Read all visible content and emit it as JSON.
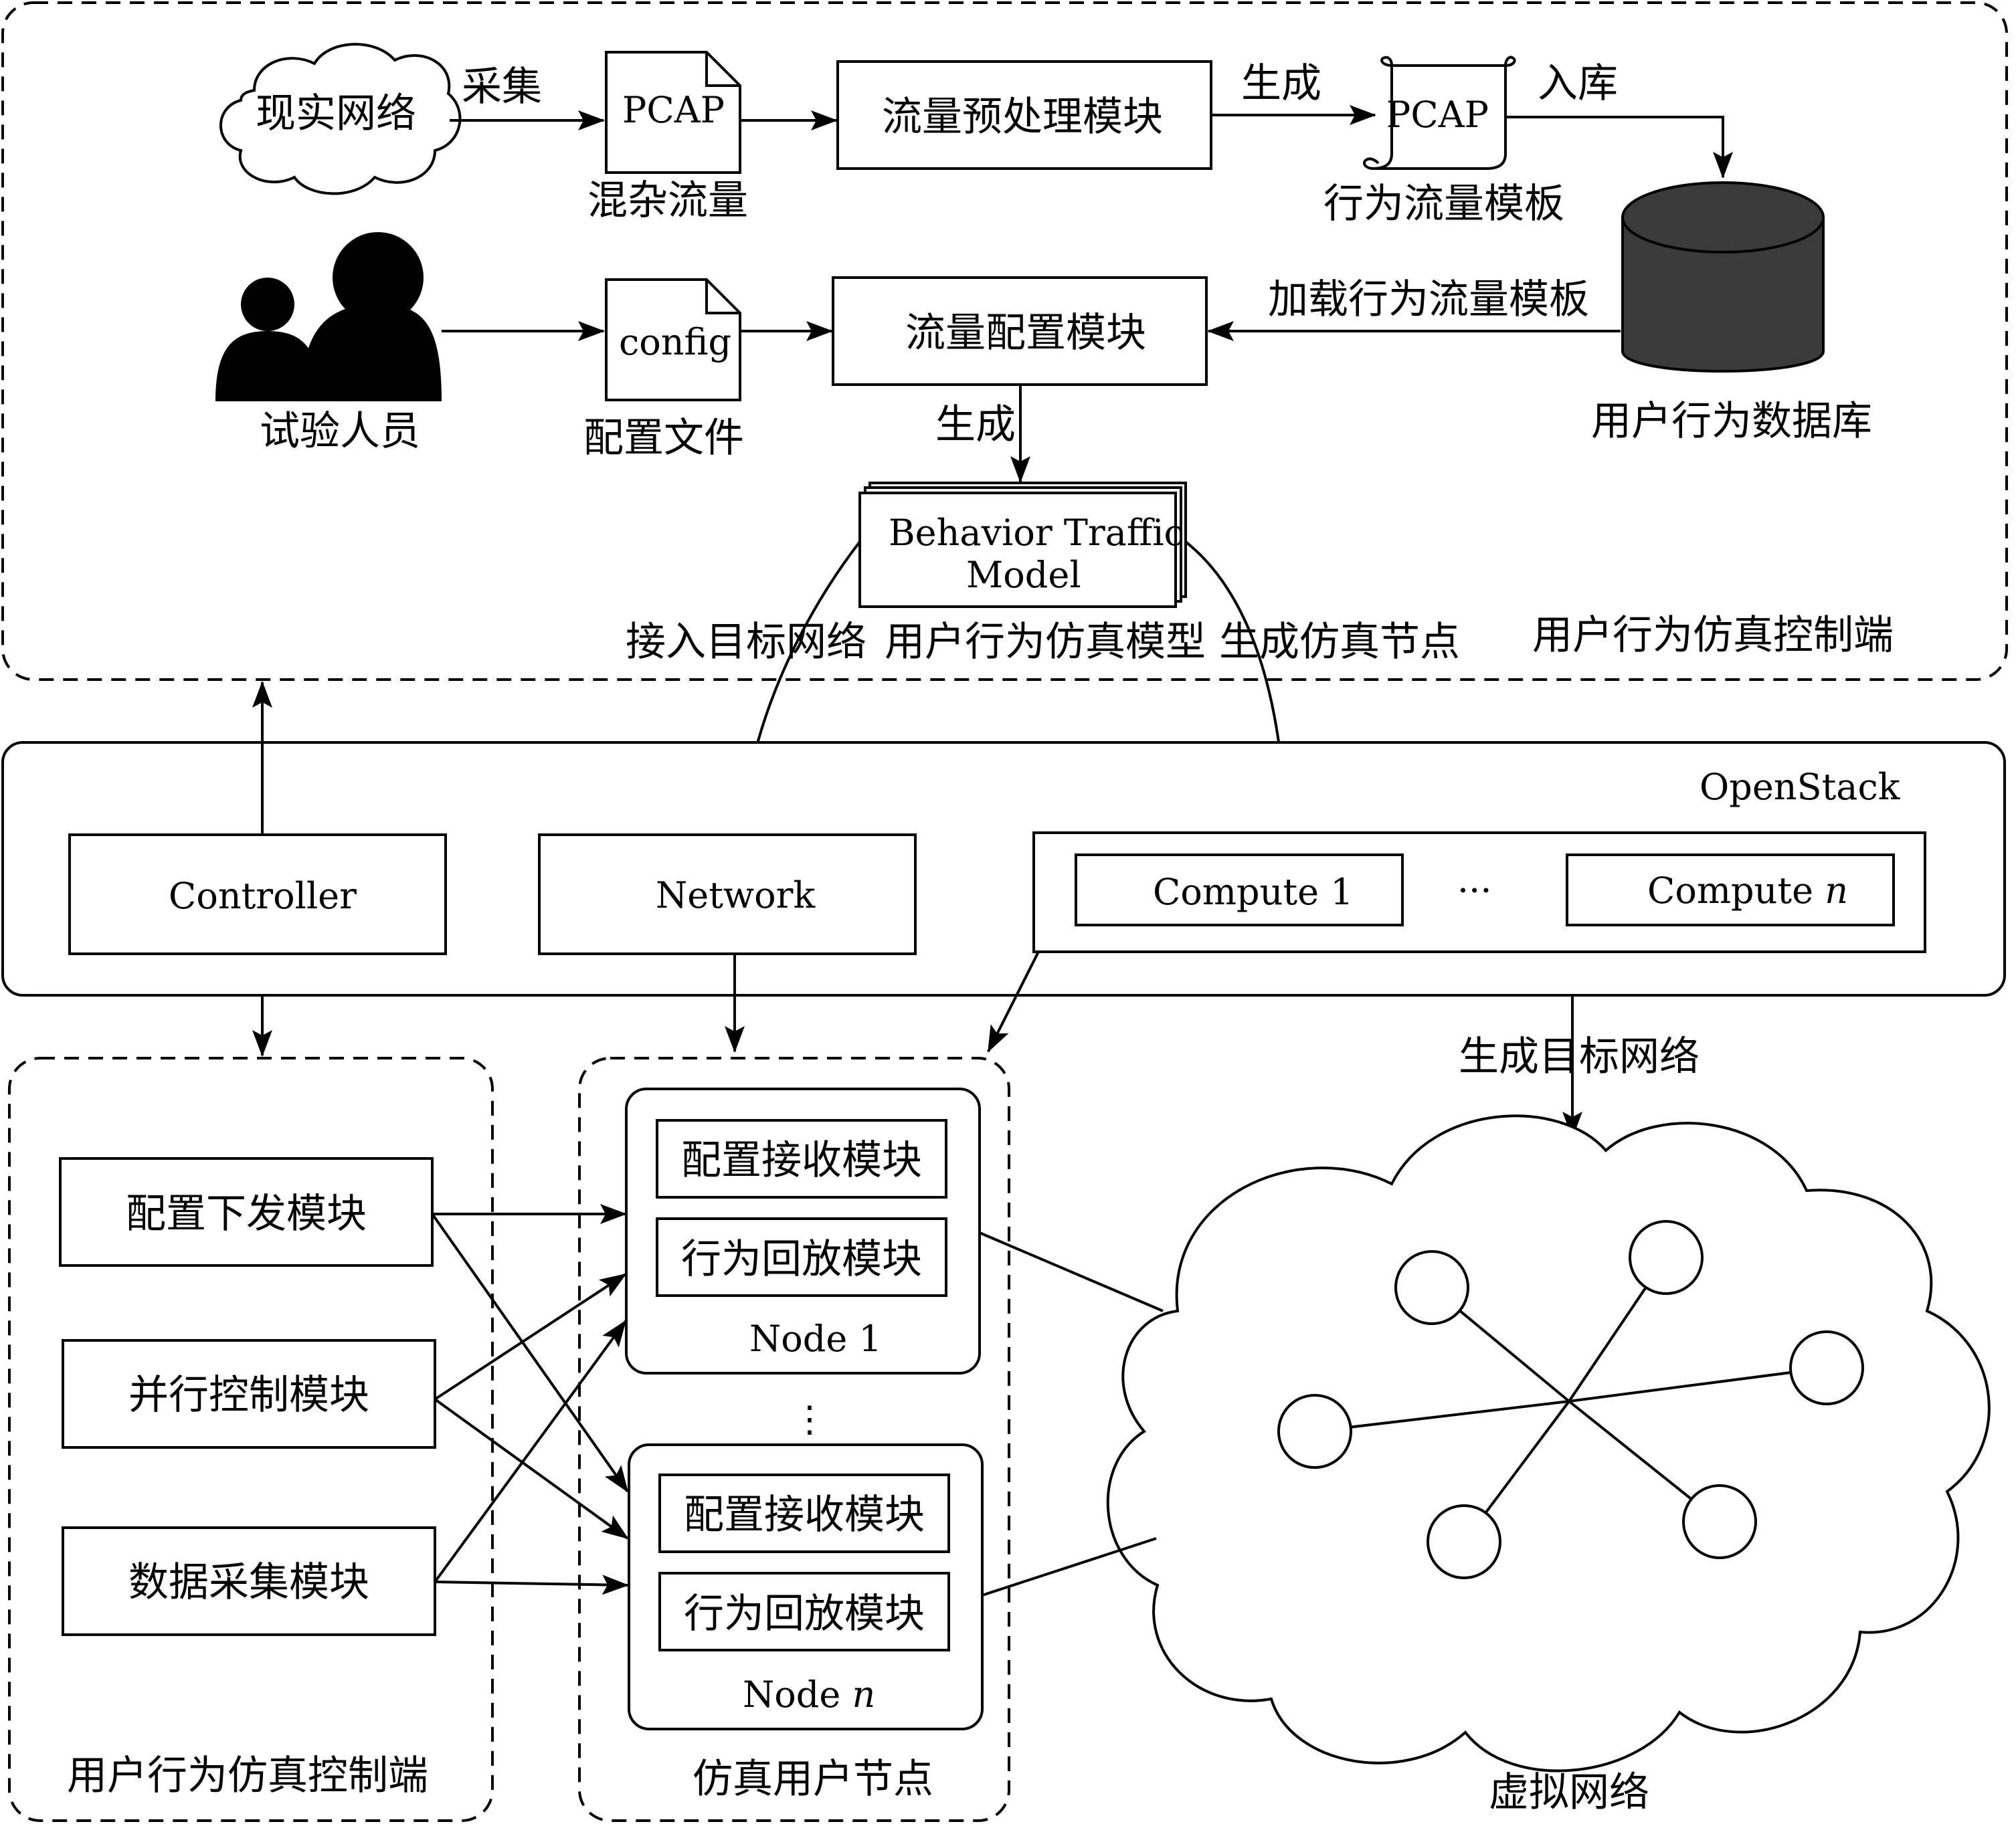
{
  "cloud_real": {
    "label": "现实网络"
  },
  "edge_collect": {
    "label": "采集"
  },
  "doc_pcap_mixed": {
    "label": "PCAP",
    "caption": "混杂流量"
  },
  "module_preprocess": {
    "label": "流量预处理模块"
  },
  "edge_generate_top": {
    "label": "生成"
  },
  "doc_pcap_template": {
    "label": "PCAP",
    "caption": "行为流量模板"
  },
  "edge_store": {
    "label": "入库"
  },
  "database": {
    "caption": "用户行为数据库"
  },
  "testers": {
    "caption": "试验人员"
  },
  "doc_config": {
    "label": "config",
    "caption": "配置文件"
  },
  "module_config": {
    "label": "流量配置模块"
  },
  "edge_load": {
    "label": "加载行为流量模板"
  },
  "edge_generate_mid": {
    "label": "生成"
  },
  "model": {
    "line1": "Behavior Traffic",
    "line2": "Model",
    "caption": "用户行为仿真模型"
  },
  "edge_access": {
    "label": "接入目标网络"
  },
  "edge_gen_nodes": {
    "label": "生成仿真节点"
  },
  "region_top": {
    "label": "用户行为仿真控制端"
  },
  "openstack": {
    "label": "OpenStack",
    "controller": "Controller",
    "network": "Network",
    "compute1": "Compute 1",
    "ellipsis": "···",
    "compute_n_prefix": "Compute ",
    "compute_n_var": "n"
  },
  "edge_gen_target": {
    "label": "生成目标网络"
  },
  "control_panel": {
    "modules": [
      "配置下发模块",
      "并行控制模块",
      "数据采集模块"
    ],
    "label": "用户行为仿真控制端"
  },
  "sim_nodes": {
    "node1": {
      "mod1": "配置接收模块",
      "mod2": "行为回放模块",
      "label": "Node 1"
    },
    "node_n": {
      "mod1": "配置接收模块",
      "mod2": "行为回放模块",
      "label_prefix": "Node ",
      "label_var": "n"
    },
    "vdots": "⋮",
    "label": "仿真用户节点"
  },
  "virtual_network": {
    "label": "虚拟网络"
  }
}
